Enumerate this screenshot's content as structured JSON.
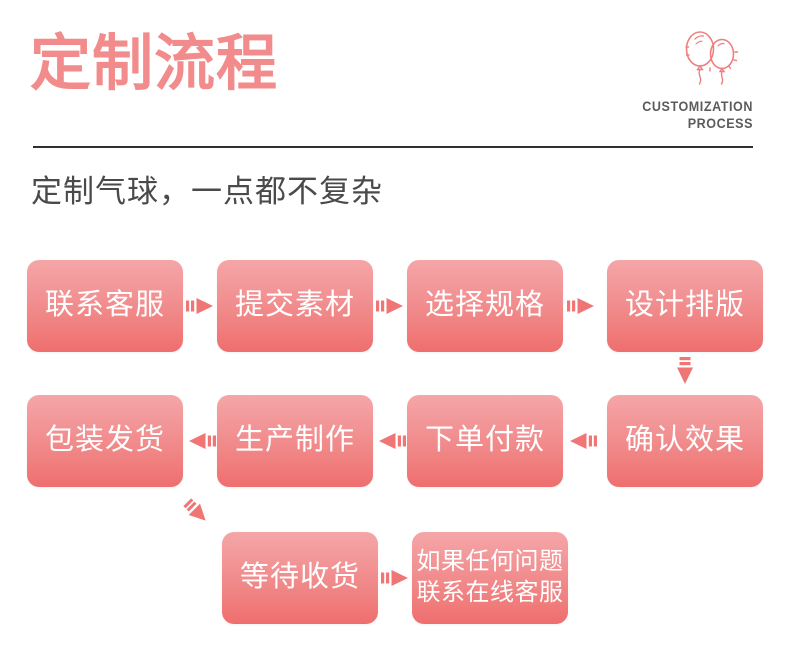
{
  "header": {
    "title": "定制流程",
    "eyebrow": [
      "CUSTOMIZATION",
      "PROCESS"
    ],
    "subtitle": "定制气球，一点都不复杂",
    "icon": "balloon-icon"
  },
  "colors": {
    "accent_light": "#F5A6A8",
    "accent_dark": "#EF6E6E",
    "title_pink": "#F28B8B",
    "text_dark": "#4a4a4a",
    "divider": "#2f2f2f",
    "box_text": "#ffffff"
  },
  "flow": {
    "rows": [
      {
        "direction": "right",
        "steps": [
          {
            "label": "联系客服"
          },
          {
            "label": "提交素材"
          },
          {
            "label": "选择规格"
          },
          {
            "label": "设计排版"
          }
        ]
      },
      {
        "direction": "left",
        "steps": [
          {
            "label": "包装发货"
          },
          {
            "label": "生产制作"
          },
          {
            "label": "下单付款"
          },
          {
            "label": "确认效果"
          }
        ]
      },
      {
        "direction": "right",
        "steps": [
          {
            "label": "等待收货"
          },
          {
            "label_lines": [
              "如果任何问题",
              "联系在线客服"
            ]
          }
        ]
      }
    ],
    "connectors": [
      {
        "name": "arrow-right-r1-1",
        "type": "right"
      },
      {
        "name": "arrow-right-r1-2",
        "type": "right"
      },
      {
        "name": "arrow-right-r1-3",
        "type": "right"
      },
      {
        "name": "arrow-down-r1-r2",
        "type": "down"
      },
      {
        "name": "arrow-left-r2-1",
        "type": "left"
      },
      {
        "name": "arrow-left-r2-2",
        "type": "left"
      },
      {
        "name": "arrow-left-r2-3",
        "type": "left"
      },
      {
        "name": "arrow-diagonal-r2-r3",
        "type": "diagonal"
      },
      {
        "name": "arrow-right-r3-1",
        "type": "right"
      }
    ]
  }
}
